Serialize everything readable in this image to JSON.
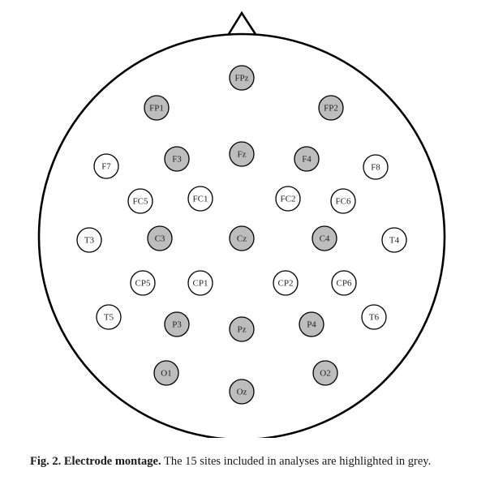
{
  "colors": {
    "included": "#bdbdbd",
    "excluded": "#ffffff",
    "stroke": "#000000"
  },
  "electrodes": [
    {
      "label": "FPz",
      "included": true
    },
    {
      "label": "FP1",
      "included": true
    },
    {
      "label": "FP2",
      "included": true
    },
    {
      "label": "F7",
      "included": false
    },
    {
      "label": "F3",
      "included": true
    },
    {
      "label": "Fz",
      "included": true
    },
    {
      "label": "F4",
      "included": true
    },
    {
      "label": "F8",
      "included": false
    },
    {
      "label": "FC5",
      "included": false
    },
    {
      "label": "FC1",
      "included": false
    },
    {
      "label": "FC2",
      "included": false
    },
    {
      "label": "FC6",
      "included": false
    },
    {
      "label": "T3",
      "included": false
    },
    {
      "label": "C3",
      "included": true
    },
    {
      "label": "Cz",
      "included": true
    },
    {
      "label": "C4",
      "included": true
    },
    {
      "label": "T4",
      "included": false
    },
    {
      "label": "CP5",
      "included": false
    },
    {
      "label": "CP1",
      "included": false
    },
    {
      "label": "CP2",
      "included": false
    },
    {
      "label": "CP6",
      "included": false
    },
    {
      "label": "T5",
      "included": false
    },
    {
      "label": "P3",
      "included": true
    },
    {
      "label": "Pz",
      "included": true
    },
    {
      "label": "P4",
      "included": true
    },
    {
      "label": "T6",
      "included": false
    },
    {
      "label": "O1",
      "included": true
    },
    {
      "label": "Oz",
      "included": true
    },
    {
      "label": "O2",
      "included": true
    }
  ],
  "caption": {
    "label": "Fig. 2. Electrode montage.",
    "text": " The 15 sites included in analyses are highlighted in grey."
  }
}
